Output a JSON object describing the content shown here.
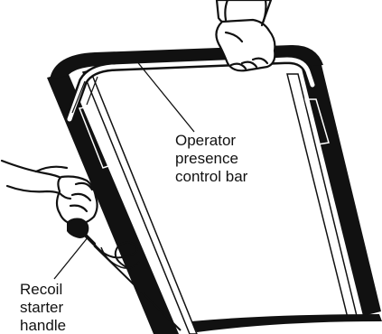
{
  "labels": {
    "operator_presence": [
      "Operator",
      "presence",
      "control bar"
    ],
    "recoil_starter": [
      "Recoil",
      "starter",
      "handle"
    ]
  },
  "colors": {
    "ink": "#111111",
    "paper": "#ffffff",
    "pad": "#d9d9d9"
  },
  "icons": {
    "right_hand": "hand-gripping-bar-icon",
    "left_hand": "hand-pulling-starter-icon"
  }
}
